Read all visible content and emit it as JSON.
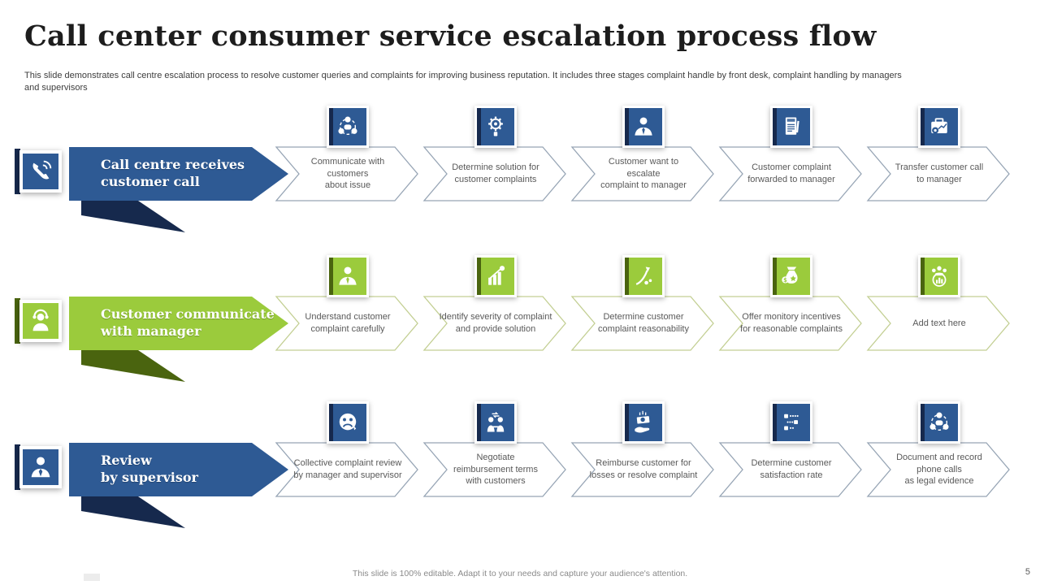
{
  "slide": {
    "title": "Call center consumer service escalation process flow",
    "subtitle": "This slide demonstrates call centre escalation process to resolve customer queries and complaints for improving business reputation. It includes three stages complaint handle by front desk, complaint handling by managers\nand supervisors",
    "footer": "This slide is 100% editable.  Adapt it to your needs and capture your audience's attention.",
    "page_number": "5"
  },
  "colors": {
    "blue": "#2E5A94",
    "dark_navy": "#16294D",
    "green": "#9BCB3C",
    "dark_olive": "#4A640F",
    "chevron_stroke_blue_rows": "#97A5B5",
    "chevron_stroke_green_row": "#C3CF93",
    "step_text": "#595959"
  },
  "rows": [
    {
      "theme": "blue",
      "header": {
        "label": "Call centre receives\ncustomer call",
        "icon": "phone-call-icon"
      },
      "steps": [
        {
          "label": "Communicate  with\ncustomers\nabout issue",
          "icon": "network-chat-icon"
        },
        {
          "label": "Determine solution for\ncustomer complaints",
          "icon": "gear-solution-icon"
        },
        {
          "label": "Customer want to\nescalate\ncomplaint to manager",
          "icon": "businessman-icon"
        },
        {
          "label": "Customer complaint\nforwarded to manager",
          "icon": "complaint-document-icon"
        },
        {
          "label": "Transfer customer call\nto manager",
          "icon": "briefcase-transfer-icon"
        }
      ]
    },
    {
      "theme": "green",
      "header": {
        "label": "Customer communicate\nwith manager",
        "icon": "customer-support-icon"
      },
      "steps": [
        {
          "label": "Understand customer\ncomplaint  carefully",
          "icon": "manager-icon"
        },
        {
          "label": "Identify severity of complaint\nand  provide solution",
          "icon": "severity-chart-icon"
        },
        {
          "label": "Determine  customer\ncomplaint  reasonability",
          "icon": "growth-analysis-icon"
        },
        {
          "label": "Offer monitory incentives\nfor reasonable complaints",
          "icon": "money-bag-icon"
        },
        {
          "label": "Add text here",
          "icon": "team-analytics-icon"
        }
      ]
    },
    {
      "theme": "blue",
      "header": {
        "label": "Review\nby supervisor",
        "icon": "supervisor-icon"
      },
      "steps": [
        {
          "label": "Collective complaint review\nby manager and supervisor",
          "icon": "sad-face-icon"
        },
        {
          "label": "Negotiate\nreimbursement terms\nwith customers",
          "icon": "negotiation-icon"
        },
        {
          "label": "Reimburse  customer for\nlosses or resolve complaint",
          "icon": "money-hand-icon"
        },
        {
          "label": "Determine  customer\nsatisfaction rate",
          "icon": "satisfaction-rating-icon"
        },
        {
          "label": "Document and record\nphone calls\nas legal evidence",
          "icon": "record-calls-icon"
        }
      ]
    }
  ]
}
